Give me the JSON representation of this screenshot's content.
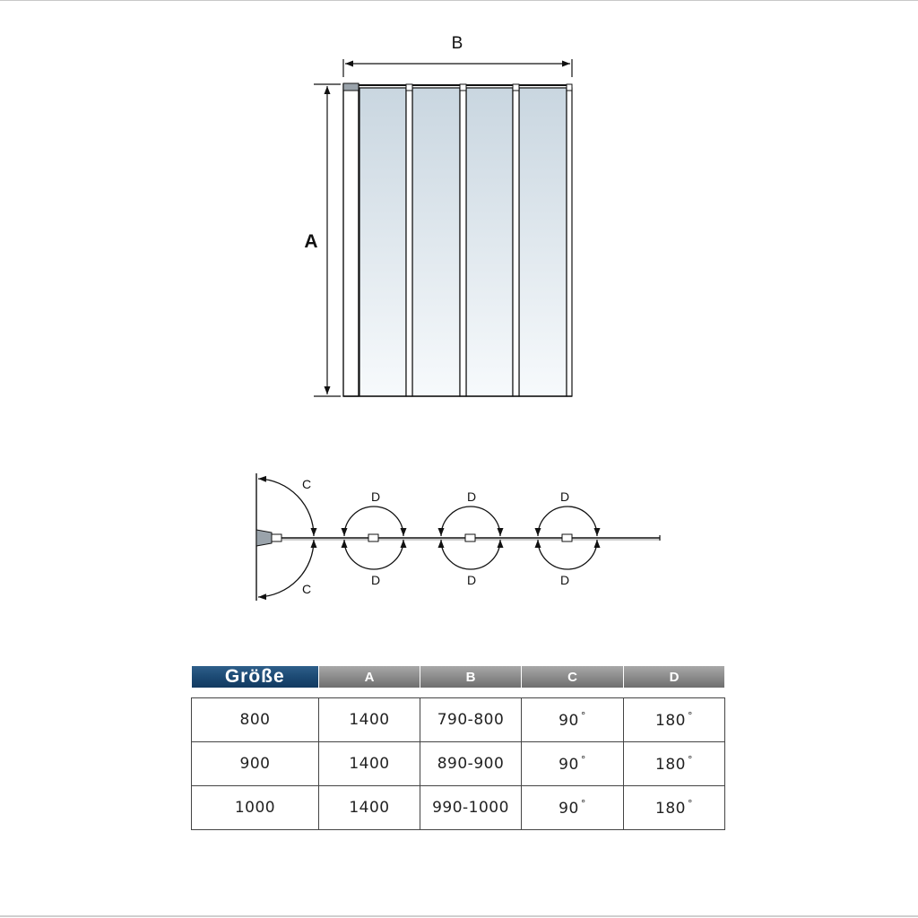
{
  "elevation": {
    "width_label": "B",
    "height_label": "A"
  },
  "plan": {
    "angle_c_label": "C",
    "angle_d_label": "D"
  },
  "table": {
    "headers": [
      "Größe",
      "A",
      "B",
      "C",
      "D"
    ],
    "rows": [
      [
        "800",
        "1400",
        "790-800",
        "90",
        "180"
      ],
      [
        "900",
        "1400",
        "890-900",
        "90",
        "180"
      ],
      [
        "1000",
        "1400",
        "990-1000",
        "90",
        "180"
      ]
    ],
    "degree_symbol": "°"
  },
  "colors": {
    "header_size_bg": "#1c4a74",
    "header_col_bg": "#8c8c8c",
    "glass_top": "#c9d6e0",
    "glass_bottom": "#f7fafc"
  }
}
